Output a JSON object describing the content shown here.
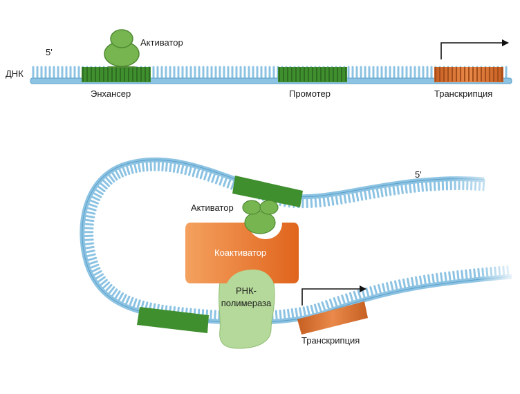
{
  "top": {
    "five_prime": "5'",
    "dna": "ДНК",
    "activator": "Активатор",
    "enhancer": "Энхансер",
    "promoter": "Промотер",
    "transcription": "Транскрипция"
  },
  "bottom": {
    "five_prime": "5'",
    "activator": "Активатор",
    "coactivator": "Коактиватор",
    "rna_pol_line1": "РНК-",
    "rna_pol_line2": "полимераза",
    "transcription": "Транскрипция"
  },
  "colors": {
    "dna": "#8cc3e3",
    "dna_edge": "#5b9fc8",
    "rung": "#6aaad3",
    "enhancer": "#3f8f2f",
    "activator": "#77b550",
    "coactivator": "#f08a3c",
    "rna_pol": "#b5d99a",
    "transcribed": "#d9732e"
  }
}
